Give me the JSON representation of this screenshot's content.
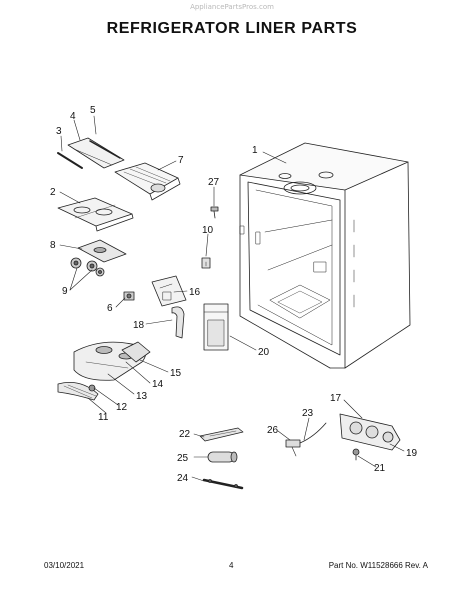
{
  "header": {
    "watermark": "AppliancePartsPros.com",
    "title": "REFRIGERATOR LINER PARTS"
  },
  "callouts": [
    "1",
    "2",
    "3",
    "4",
    "5",
    "6",
    "7",
    "8",
    "9",
    "10",
    "11",
    "12",
    "13",
    "14",
    "15",
    "16",
    "17",
    "18",
    "19",
    "20",
    "21",
    "22",
    "23",
    "24",
    "25",
    "26",
    "27"
  ],
  "footer": {
    "date": "03/10/2021",
    "page": "4",
    "part_number": "Part No. W11528666 Rev. A"
  },
  "colors": {
    "line": "#222222",
    "text": "#111111",
    "watermark": "#b9b9b9"
  }
}
